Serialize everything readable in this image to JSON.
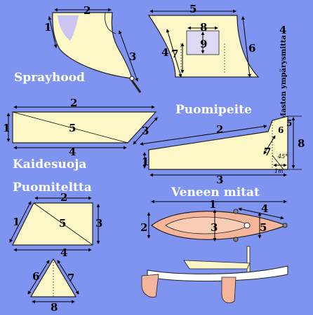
{
  "titles": {
    "sprayhood": "Sprayhood",
    "puomipeite": "Puomipeite",
    "kaidesuoja": "Kaidesuoja",
    "puomiteltta": "Puomiteltta",
    "veneen_mitat": "Veneen mitat",
    "maston": "Maston ympärysmitta"
  },
  "labels": {
    "n1": "1",
    "n2": "2",
    "n3": "3",
    "n4": "4",
    "n5": "5",
    "n6": "6",
    "n7": "7",
    "n8": "8",
    "n9": "9",
    "angle": "45°",
    "onem": "1m"
  },
  "colors": {
    "background": "#7f93f0",
    "fabric": "#fdf7c8",
    "window": "#c9c4f0",
    "hull": "#f4b59a",
    "white": "#ffffff"
  }
}
